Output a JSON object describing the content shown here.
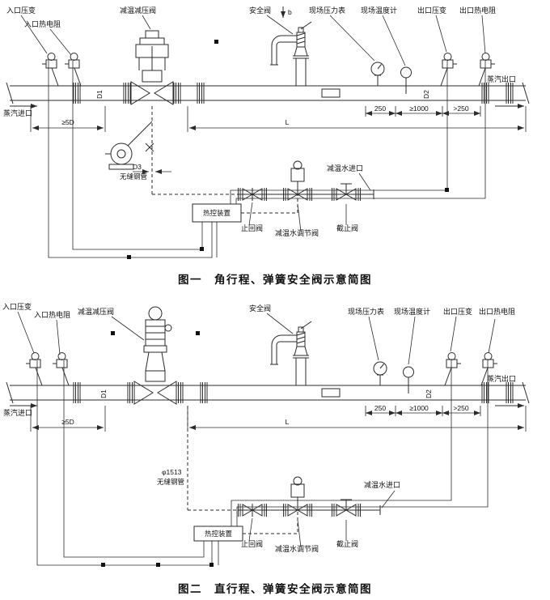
{
  "colors": {
    "background": "#ffffff",
    "line": "#2b2b2b",
    "text": "#111111"
  },
  "fig1": {
    "caption": "图一　角行程、弹簧安全阀示意简图",
    "labels": {
      "inlet_pressure_transmitter": "入口压变",
      "inlet_rtd": "入口热电阻",
      "reducing_valve": "减温减压阀",
      "safety_valve": "安全阀",
      "dim_b": "b",
      "field_pressure_gauge": "现场压力表",
      "field_thermometer": "现场温度计",
      "outlet_pressure_transmitter": "出口压变",
      "outlet_rtd": "出口热电阻",
      "steam_inlet": "蒸汽进口",
      "steam_outlet": "蒸汽出口",
      "dim_5d": "≥5D",
      "dim_l": "L",
      "dim_250": "250",
      "dim_1000": "≥1000",
      "dim_250_right": ">250",
      "dim_d1": "D1",
      "dim_d2": "D2",
      "dim_d3": "D3",
      "seamless_pipe": "无缝钢管",
      "control_unit": "热控装置",
      "check_valve": "止回阀",
      "water_regulating_valve": "减温水调节阀",
      "stop_valve": "截止阀",
      "water_inlet": "减温水进口"
    }
  },
  "fig2": {
    "caption": "图二　直行程、弹簧安全阀示意简图",
    "labels": {
      "inlet_pressure_transmitter": "入口压变",
      "inlet_rtd": "入口热电阻",
      "reducing_valve": "减温减压阀",
      "safety_valve": "安全阀",
      "field_pressure_gauge": "现场压力表",
      "field_thermometer": "现场温度计",
      "outlet_pressure_transmitter": "出口压变",
      "outlet_rtd": "出口热电阻",
      "steam_inlet": "蒸汽进口",
      "steam_outlet": "蒸汽出口",
      "dim_5d": "≥5D",
      "dim_l": "L",
      "dim_250": "250",
      "dim_1000": "≥1000",
      "dim_250_right": ">250",
      "dim_d1": "D1",
      "dim_d2": "D2",
      "pipe_spec": "φ1513",
      "seamless_pipe": "无缝钢管",
      "control_unit": "热控装置",
      "check_valve": "止回阀",
      "water_regulating_valve": "减温水调节阀",
      "stop_valve": "截止阀",
      "water_inlet": "减温水进口"
    }
  }
}
